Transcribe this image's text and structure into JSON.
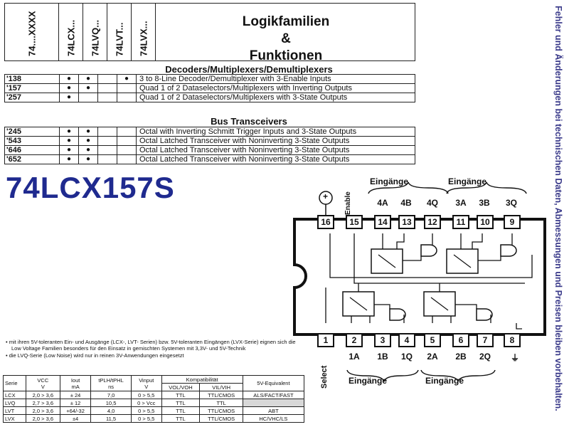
{
  "family_header": {
    "col_first": "74....XXXX",
    "cols": [
      "74LCX...",
      "74LVQ...",
      "74LVT...",
      "74LVX..."
    ],
    "title_line1": "Logikfamilien",
    "title_line2": "&",
    "title_line3": "Funktionen"
  },
  "decoders": {
    "title": "Decoders/Multiplexers/Demultiplexers",
    "rows": [
      {
        "part": "'138",
        "dots": [
          "●",
          "●",
          "",
          "●"
        ],
        "desc": "3 to 8-Line Decoder/Demultiplexer with 3-Enable Inputs"
      },
      {
        "part": "'157",
        "dots": [
          "●",
          "●",
          "",
          ""
        ],
        "desc": "Quad 1 of 2 Dataselectors/Multiplexers with Inverting Outputs"
      },
      {
        "part": "'257",
        "dots": [
          "●",
          "",
          "",
          ""
        ],
        "desc": "Quad 1 of 2 Dataselectors/Multiplexers with 3-State Outputs"
      }
    ]
  },
  "bus": {
    "title": "Bus Transceivers",
    "rows": [
      {
        "part": "'245",
        "dots": [
          "●",
          "●",
          "",
          ""
        ],
        "desc": "Octal with Inverting Schmitt Trigger Inputs and 3-State Outputs"
      },
      {
        "part": "'543",
        "dots": [
          "●",
          "●",
          "",
          ""
        ],
        "desc": "Octal Latched Transceiver with Noninverting 3-State Outputs"
      },
      {
        "part": "'646",
        "dots": [
          "●",
          "●",
          "",
          ""
        ],
        "desc": "Octal Latched Transceiver with Noninverting 3-State Outputs"
      },
      {
        "part": "'652",
        "dots": [
          "●",
          "●",
          "",
          ""
        ],
        "desc": "Octal Latched Transceiver with Noninverting 3-State Outputs"
      }
    ]
  },
  "product_title": "74LCX157S",
  "side_note": "Fehler und Änderungen bei technischen Daten, Abmessungen und Preisen bleiben vorbehalten.",
  "diagram": {
    "top_group_left": "Eingänge",
    "top_group_right": "Eingänge",
    "enable_label": "Enable",
    "vcc_symbol": "+",
    "top_pins": [
      "16",
      "15",
      "14",
      "13",
      "12",
      "11",
      "10",
      "9"
    ],
    "top_labels": [
      "4A",
      "4B",
      "4Q",
      "3A",
      "3B",
      "3Q"
    ],
    "bottom_pins": [
      "1",
      "2",
      "3",
      "4",
      "5",
      "6",
      "7",
      "8"
    ],
    "bottom_labels": [
      "1A",
      "1B",
      "1Q",
      "2A",
      "2B",
      "2Q"
    ],
    "select_label": "Select",
    "bottom_group_left": "Eingänge",
    "bottom_group_right": "Eingänge"
  },
  "notes": [
    "mit ihren 5V-toleranten Ein- und Ausgänge (LCX-, LVT- Serien) bzw. 5V-toleranten Eingängen (LVX-Serie) eignen sich die Low Voltage Familien besonders für den Einsatz in gemischten Systemen mit 3,3V- und 5V-Technik",
    "die LVQ-Serie (Low Noise) wird nur in reinen 3V-Anwendungen eingesetzt"
  ],
  "spec_table": {
    "header_top": [
      "Serie",
      "VCC",
      "Iout",
      "tPLH/tPHL",
      "Vinput",
      "Kompatibilität",
      "5V-Equivalent"
    ],
    "header_units": [
      "",
      "V",
      "mA",
      "ns",
      "V",
      "",
      ""
    ],
    "header_sub": [
      "VOL/VOH",
      "VIL/VIH"
    ],
    "rows": [
      [
        "LCX",
        "2,0 > 3,6",
        "± 24",
        "7,0",
        "0 > 5,5",
        "TTL",
        "TTL/CMOS",
        "ALS/FACT/FAST"
      ],
      [
        "LVQ",
        "2,7 > 3,6",
        "± 12",
        "10,5",
        "0 > Vcc",
        "TTL",
        "TTL",
        ""
      ],
      [
        "LVT",
        "2,0 > 3,6",
        "+64/-32",
        "4,0",
        "0 > 5,5",
        "TTL",
        "TTL/CMOS",
        "ABT"
      ],
      [
        "LVX",
        "2,0 > 3,6",
        "±4",
        "11,5",
        "0 > 5,5",
        "TTL",
        "TTL/CMOS",
        "HC/VHC/LS"
      ]
    ]
  }
}
